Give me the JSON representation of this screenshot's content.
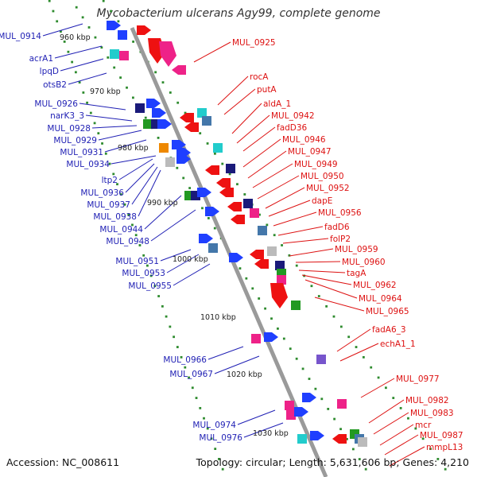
{
  "title": "Mycobacterium ulcerans Agy99, complete genome",
  "footer": {
    "accession_label": "Accession: NC_008611",
    "summary_label": "Topology: circular; Length: 5,631,606 bp; Genes: 4,210"
  },
  "colors": {
    "backbone": "#9a9a9a",
    "tick": "#2e8b2e",
    "forward_label": "#1f1fb4",
    "reverse_label": "#dd1111",
    "blue": "#1f3fff",
    "red": "#ee1111",
    "magenta": "#ee2288",
    "cyan": "#22cccc",
    "navy": "#1a1a7a",
    "green": "#229922",
    "orange": "#ee8800",
    "gray": "#bbbbbb",
    "purple": "#7755cc",
    "steel": "#4477aa"
  },
  "scale_labels": [
    "960 kbp",
    "970 kbp",
    "980 kbp",
    "990 kbp",
    "1000 kbp",
    "1010 kbp",
    "1020 kbp",
    "1030 kbp"
  ],
  "forward_genes": [
    "MUL_0914",
    "acrA1",
    "lpqD",
    "otsB2",
    "MUL_0926",
    "narK3_3",
    "MUL_0928",
    "MUL_0929",
    "MUL_0931",
    "MUL_0934",
    "ltp2",
    "MUL_0936",
    "MUL_0937",
    "MUL_0938",
    "MUL_0944",
    "MUL_0948",
    "MUL_0951",
    "MUL_0953",
    "MUL_0955",
    "MUL_0966",
    "MUL_0967",
    "MUL_0974",
    "MUL_0976"
  ],
  "reverse_genes": [
    "MUL_0925",
    "rocA",
    "putA",
    "aldA_1",
    "MUL_0942",
    "fadD36",
    "MUL_0946",
    "MUL_0947",
    "MUL_0949",
    "MUL_0950",
    "MUL_0952",
    "dapE",
    "MUL_0956",
    "fadD6",
    "folP2",
    "MUL_0959",
    "MUL_0960",
    "tagA",
    "MUL_0962",
    "MUL_0964",
    "MUL_0965",
    "fadA6_3",
    "echA1_1",
    "MUL_0977",
    "MUL_0982",
    "MUL_0983",
    "mcr",
    "MUL_0987",
    "mmpL13"
  ]
}
